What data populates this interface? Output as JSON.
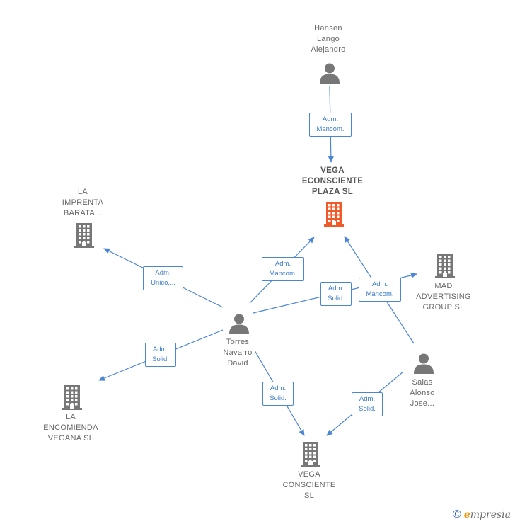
{
  "nodes": [
    {
      "id": "hansen",
      "type": "person",
      "label": "Hansen\nLango\nAlejandro"
    },
    {
      "id": "vega_eco",
      "type": "company_main",
      "label": "VEGA\nECONSCIENTE\nPLAZA  SL"
    },
    {
      "id": "imprenta",
      "type": "company",
      "label": "LA\nIMPRENTA\nBARATA..."
    },
    {
      "id": "mad",
      "type": "company",
      "label": "MAD\nADVERTISING\nGROUP SL"
    },
    {
      "id": "torres",
      "type": "person",
      "label": "Torres\nNavarro\nDavid"
    },
    {
      "id": "encomienda",
      "type": "company",
      "label": "LA\nENCOMIENDA\nVEGANA  SL"
    },
    {
      "id": "salas",
      "type": "person",
      "label": "Salas\nAlonso\nJose..."
    },
    {
      "id": "vega_con",
      "type": "company",
      "label": "VEGA\nCONSCIENTE\nSL"
    }
  ],
  "edges": [
    {
      "from": "hansen",
      "to": "vega_eco",
      "label": "Adm.\nMancom."
    },
    {
      "from": "torres",
      "to": "imprenta",
      "label": "Adm.\nUnico,..."
    },
    {
      "from": "torres",
      "to": "vega_eco",
      "label": "Adm.\nMancom."
    },
    {
      "from": "torres",
      "to": "mad",
      "label": "Adm.\nSolid."
    },
    {
      "from": "torres",
      "to": "encomienda",
      "label": "Adm.\nSolid."
    },
    {
      "from": "torres",
      "to": "vega_con",
      "label": "Adm.\nSolid."
    },
    {
      "from": "salas",
      "to": "vega_eco",
      "label": "Adm.\nMancom."
    },
    {
      "from": "salas",
      "to": "vega_con",
      "label": "Adm.\nSolid."
    }
  ],
  "colors": {
    "edge": "#4a86d4",
    "icon": "#777777",
    "main_icon": "#f05a28"
  },
  "footer": {
    "copyright": "©",
    "brand_first": "e",
    "brand_rest": "mpresia"
  }
}
